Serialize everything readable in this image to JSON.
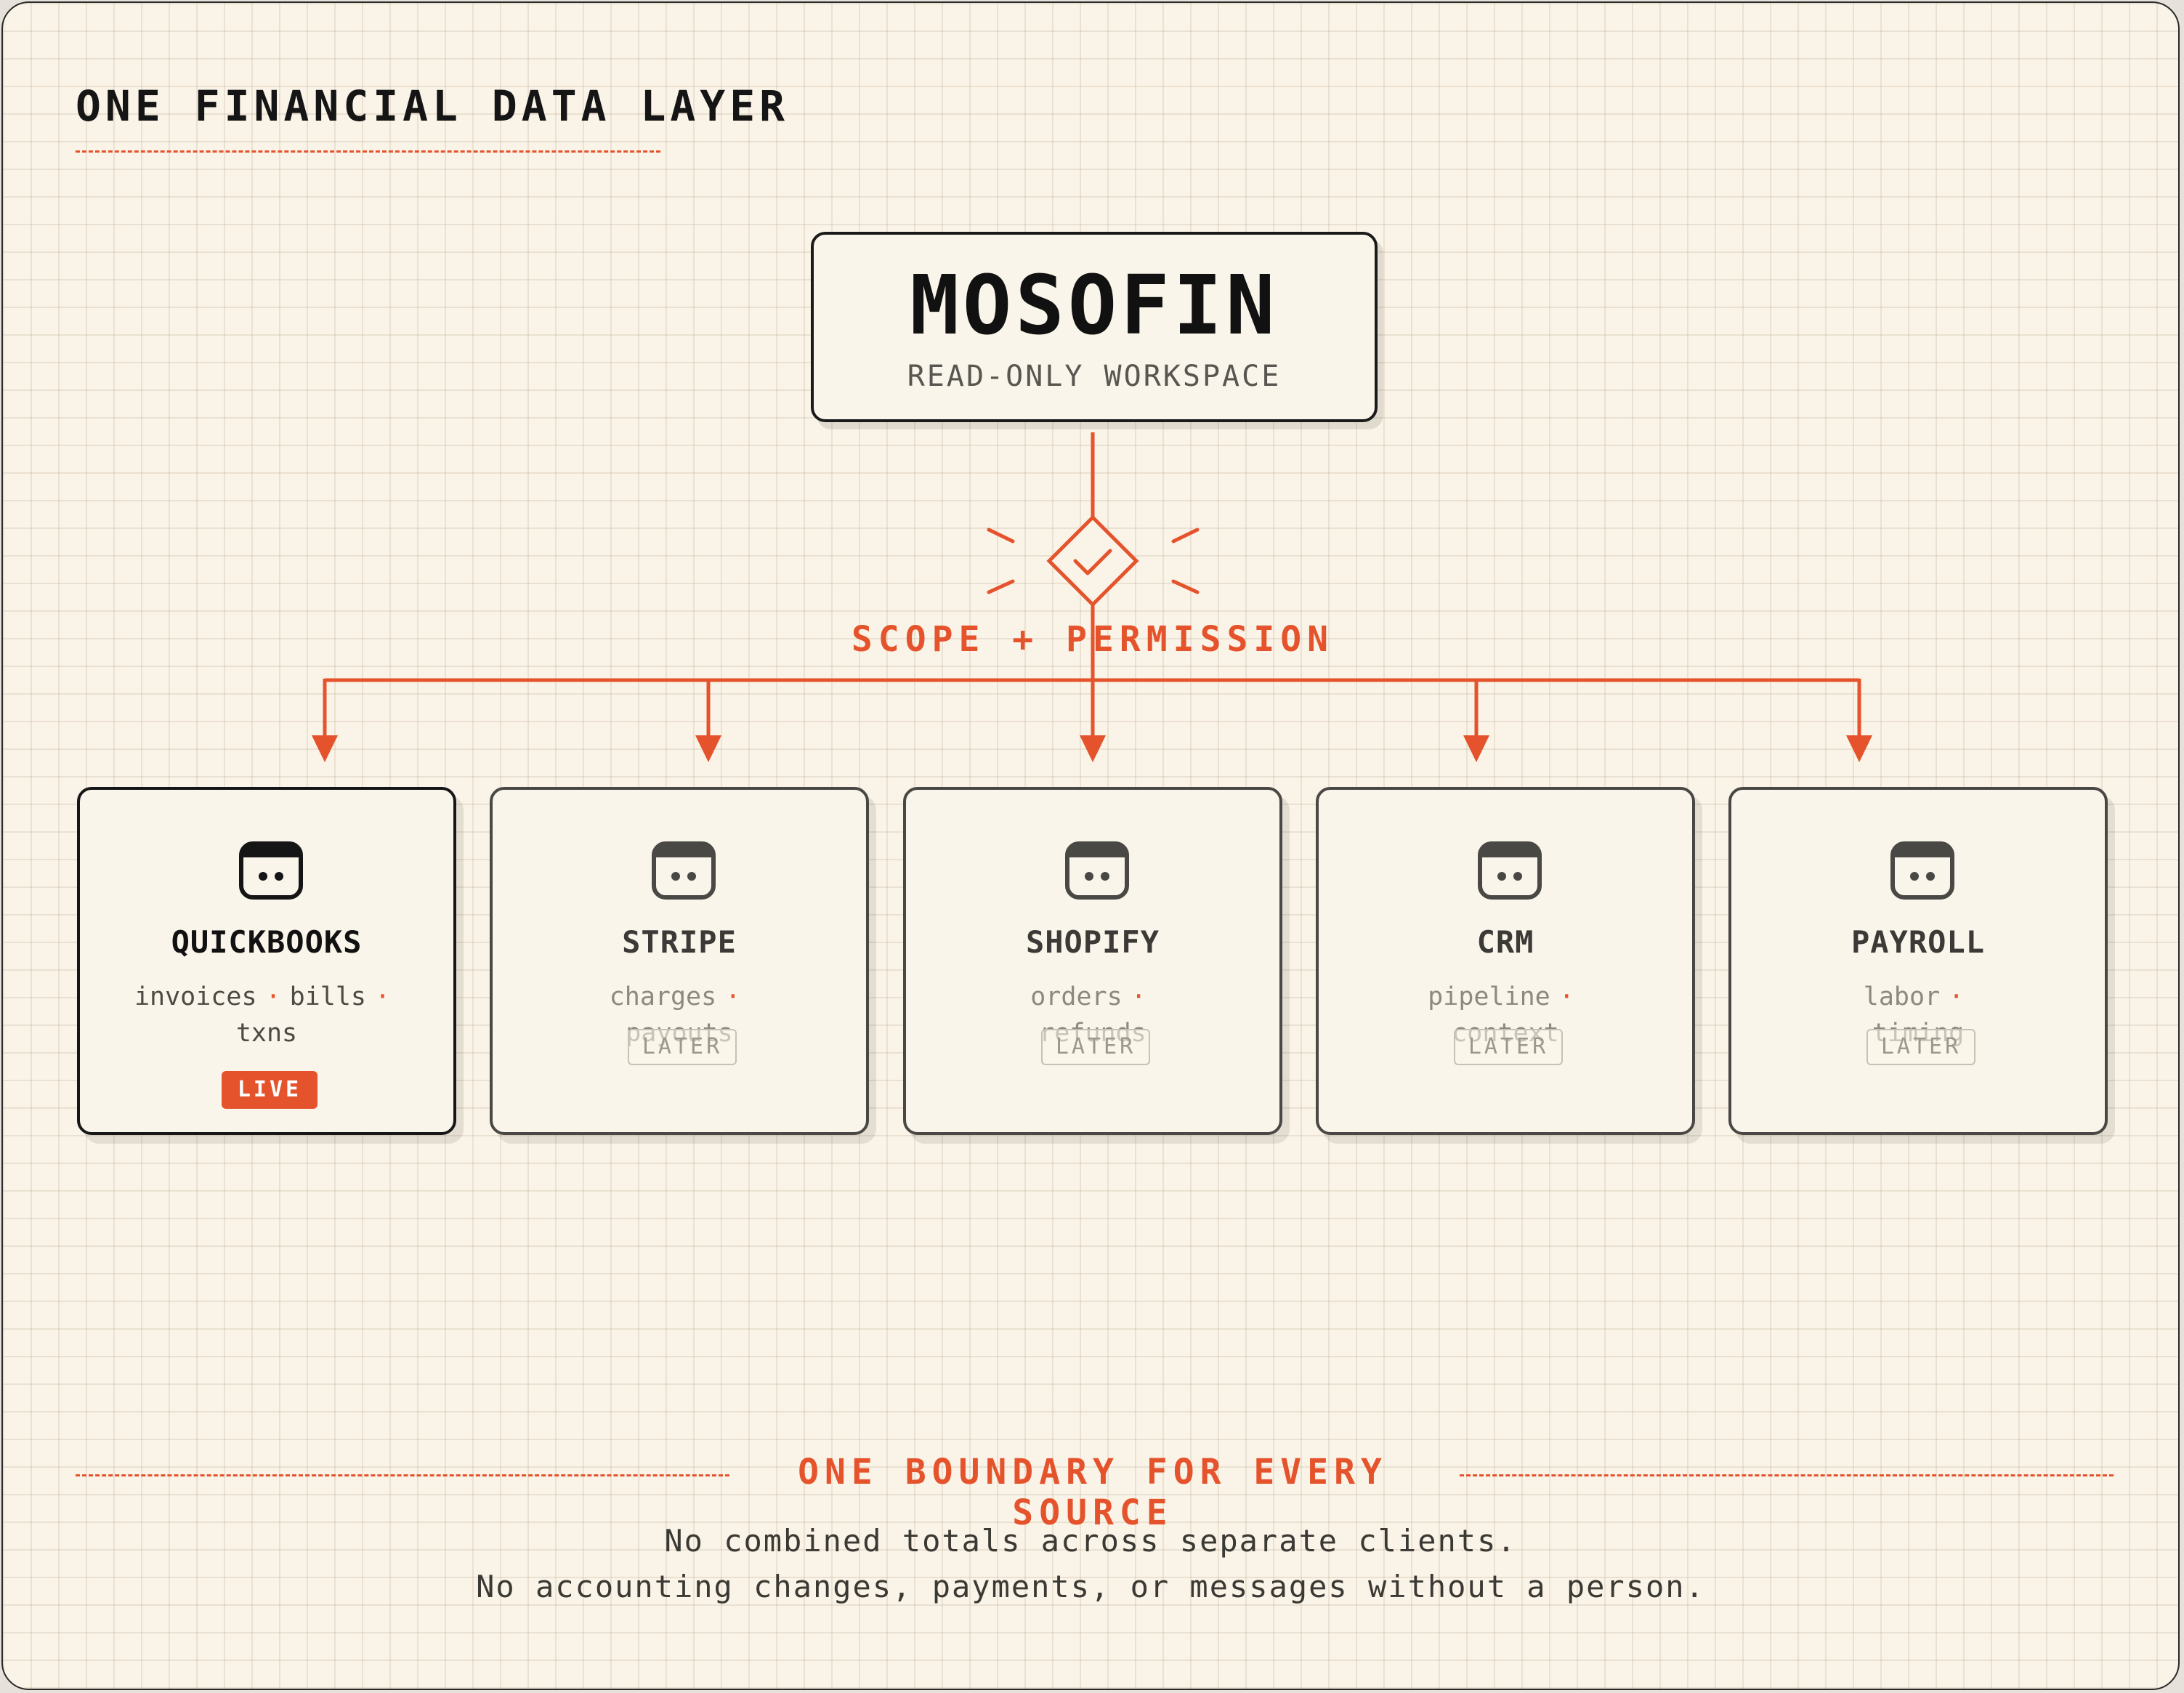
{
  "title": "ONE FINANCIAL DATA LAYER",
  "hub": {
    "name": "MOSOFIN",
    "subtitle": "READ-ONLY WORKSPACE"
  },
  "gate": {
    "label": "SCOPE + PERMISSION",
    "icon": "check-diamond-icon"
  },
  "colors": {
    "accent": "#e5532c",
    "ink": "#151515",
    "background": "#faf3e7"
  },
  "sources": [
    {
      "name": "QUICKBOOKS",
      "desc": [
        "invoices",
        "bills",
        "txns"
      ],
      "status": "LIVE",
      "icon": "connector-face-icon"
    },
    {
      "name": "STRIPE",
      "desc": [
        "charges",
        "payouts"
      ],
      "status": "LATER",
      "icon": "connector-face-icon"
    },
    {
      "name": "SHOPIFY",
      "desc": [
        "orders",
        "refunds"
      ],
      "status": "LATER",
      "icon": "connector-face-icon"
    },
    {
      "name": "CRM",
      "desc": [
        "pipeline",
        "context"
      ],
      "status": "LATER",
      "icon": "connector-face-icon"
    },
    {
      "name": "PAYROLL",
      "desc": [
        "labor",
        "timing"
      ],
      "status": "LATER",
      "icon": "connector-face-icon"
    }
  ],
  "footer": {
    "title": "ONE BOUNDARY FOR EVERY SOURCE",
    "lines": [
      "No combined totals across separate clients.",
      "No accounting changes, payments, or messages without a person."
    ]
  }
}
